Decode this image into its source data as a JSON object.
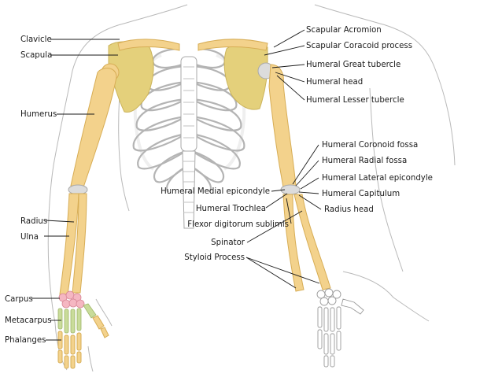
{
  "diagram": {
    "labels_left": {
      "clavicle": "Clavicle",
      "scapula": "Scapula",
      "humerus": "Humerus",
      "radius": "Radius",
      "ulna": "Ulna",
      "carpus": "Carpus",
      "metacarpus": "Metacarpus",
      "phalanges": "Phalanges"
    },
    "labels_center": {
      "medial_epicondyle": "Humeral Medial epicondyle",
      "trochlea": "Humeral Trochlea",
      "flexor": "Flexor digitorum sublimis",
      "spinator": "Spinator",
      "styloid": "Styloid Process"
    },
    "labels_right": {
      "acromion": "Scapular Acromion",
      "coracoid": "Scapular Coracoid process",
      "great_tubercle": "Humeral Great tubercle",
      "head": "Humeral head",
      "lesser_tubercle": "Humeral Lesser tubercle",
      "coronoid_fossa": "Humeral Coronoid fossa",
      "radial_fossa": "Humeral Radial fossa",
      "lateral_epicondyle": "Humeral Lateral epicondyle",
      "capitulum": "Humeral Capitulum",
      "radius_head": "Radius head"
    },
    "colors": {
      "bone": "#f3d28c",
      "scapula": "#e4d07b",
      "carpal": "#f5b7c2",
      "metacarpal": "#c9dc9a",
      "cartilage": "#dcdcdc"
    }
  }
}
